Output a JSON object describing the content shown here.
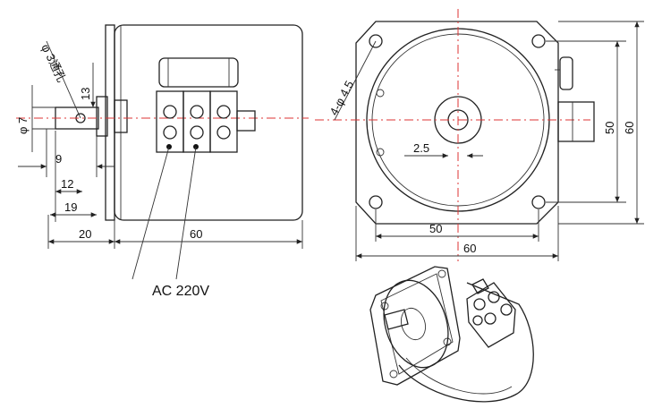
{
  "drawing": {
    "side_view": {
      "dims": {
        "shaft_dia": "φ 7",
        "key": "φ 3通孔",
        "width13": "13",
        "len9": "9",
        "len12": "12",
        "len19": "19",
        "len20": "20",
        "len60": "60"
      },
      "callout": "AC 220V"
    },
    "front_view": {
      "dims": {
        "holes": "4-φ 4.5",
        "offset": "2.5",
        "pitch_h": "50",
        "width_h": "60",
        "pitch_v": "50",
        "height_v": "60"
      }
    }
  }
}
